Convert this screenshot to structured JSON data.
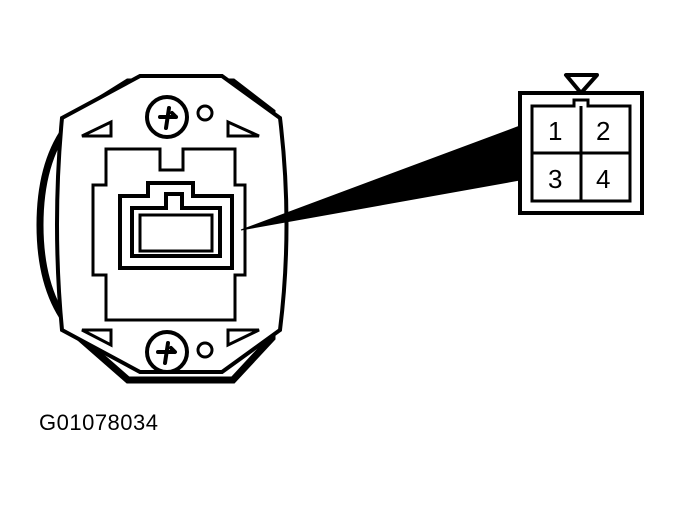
{
  "figure_id": "G01078034",
  "connector_pins": {
    "pin_1": "1",
    "pin_2": "2",
    "pin_3": "3",
    "pin_4": "4"
  },
  "colors": {
    "line": "#000000",
    "background": "#ffffff"
  }
}
